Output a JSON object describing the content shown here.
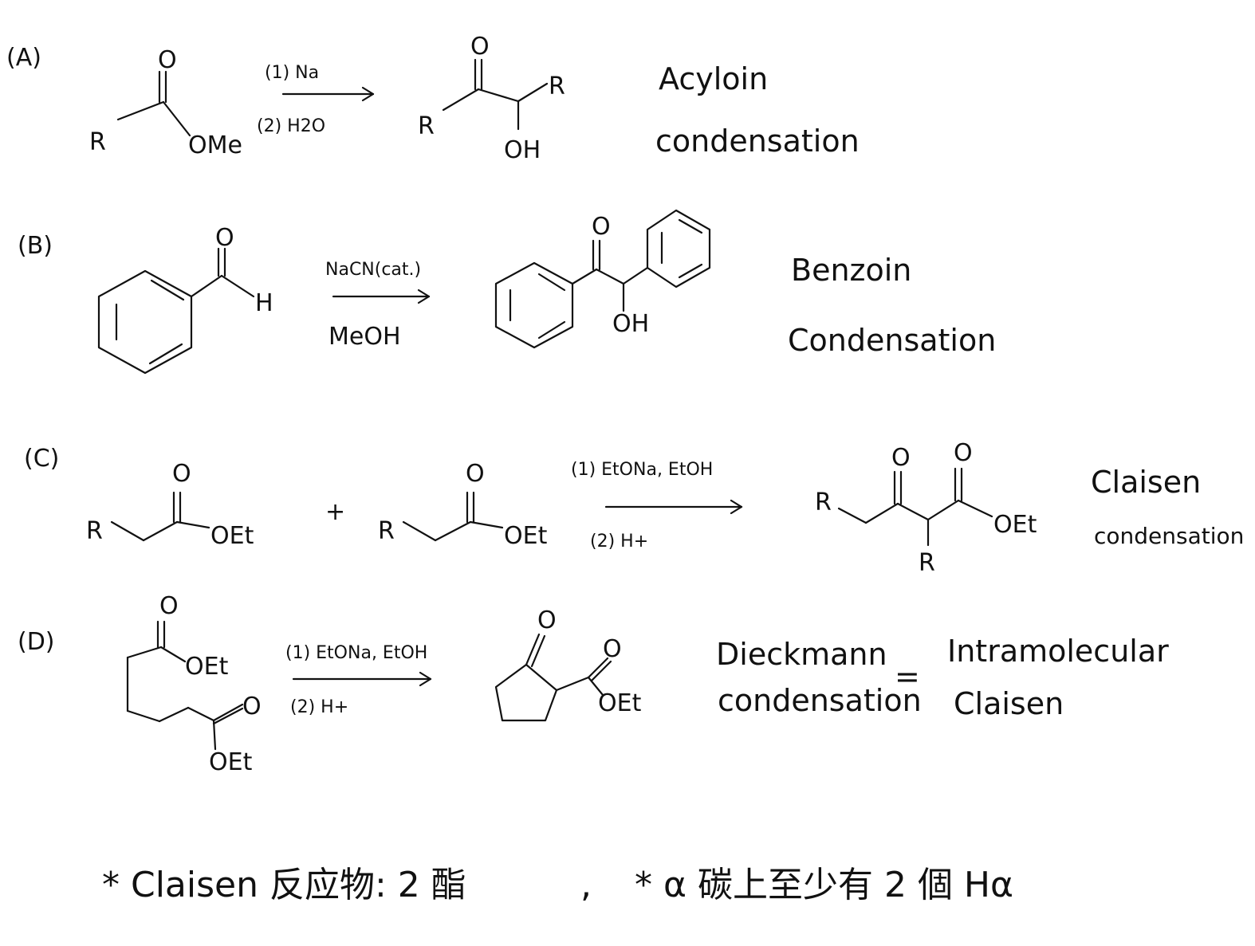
{
  "sections": [
    {
      "label": "(A)",
      "reactant": {
        "o": "O",
        "r": "R",
        "ome": "OMe"
      },
      "cond1": "(1) Na",
      "cond2": "(2) H2O",
      "product": {
        "o": "O",
        "r1": "R",
        "r2": "R",
        "oh": "OH"
      },
      "name1": "Acyloin",
      "name2": "condensation"
    },
    {
      "label": "(B)",
      "reactant": {
        "o": "O",
        "h": "H"
      },
      "cond1": "NaCN(cat.)",
      "cond2": "MeOH",
      "product": {
        "o": "O",
        "oh": "OH"
      },
      "name1": "Benzoin",
      "name2": "Condensation"
    },
    {
      "label": "(C)",
      "reactant1": {
        "o": "O",
        "r": "R",
        "oet": "OEt"
      },
      "plus": "+",
      "reactant2": {
        "o": "O",
        "r": "R",
        "oet": "OEt"
      },
      "cond1": "(1) EtONa, EtOH",
      "cond2": "(2) H+",
      "product": {
        "o1": "O",
        "o2": "O",
        "r1": "R",
        "r2": "R",
        "oet": "OEt"
      },
      "name1": "Claisen",
      "name2": "condensation"
    },
    {
      "label": "(D)",
      "reactant": {
        "o1": "O",
        "o2": "O",
        "oet1": "OEt",
        "oet2": "OEt"
      },
      "cond1": "(1) EtONa, EtOH",
      "cond2": "(2) H+",
      "product": {
        "o1": "O",
        "o2": "O",
        "oet": "OEt"
      },
      "name1": "Dieckmann",
      "name2": "condensation",
      "equals": "=",
      "alt1": "Intramolecular",
      "alt2": "Claisen"
    }
  ],
  "footnote": {
    "part1": "* Claisen 反应物: 2 酯",
    "comma": ",",
    "part2": "* α 碳上至少有 2 個 Hα"
  }
}
